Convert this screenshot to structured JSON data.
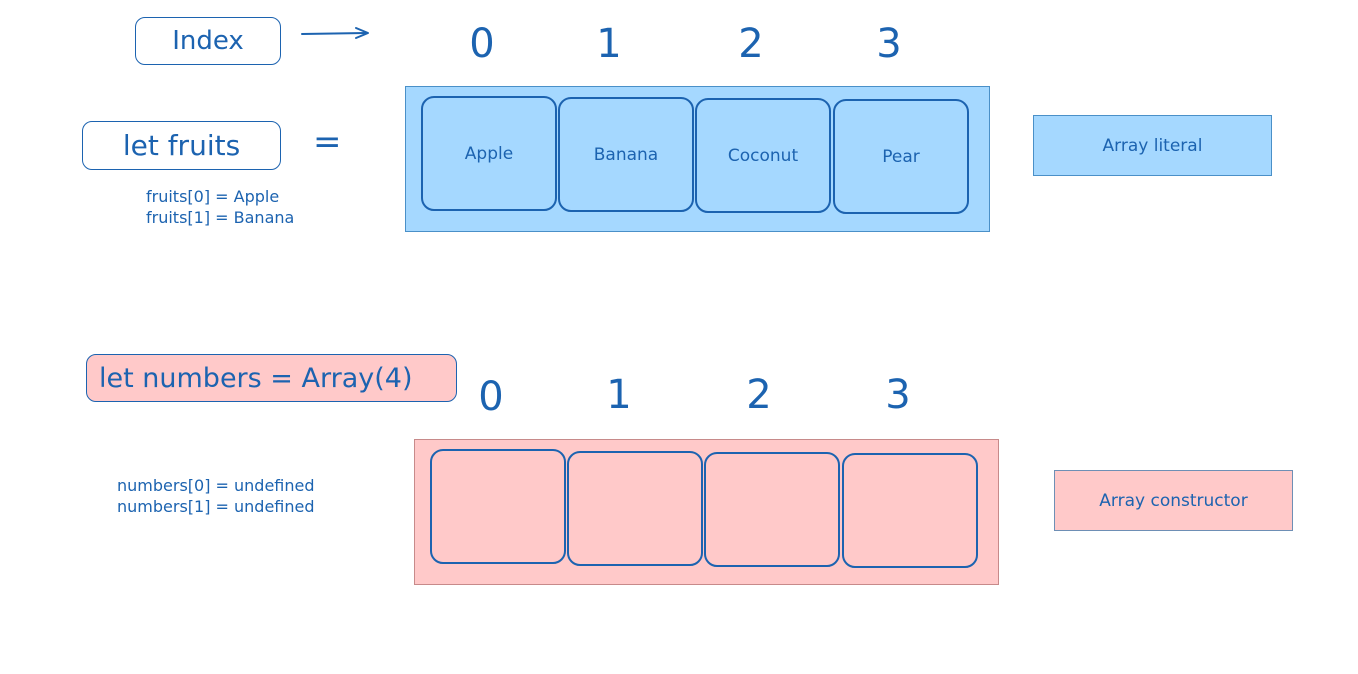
{
  "index_label": "Index",
  "top_section": {
    "declaration": "let fruits",
    "equals_sign": "=",
    "indices": [
      "0",
      "1",
      "2",
      "3"
    ],
    "items": [
      "Apple",
      "Banana",
      "Coconut",
      "Pear"
    ],
    "notes": [
      "fruits[0] = Apple",
      "fruits[1] = Banana"
    ],
    "legend": "Array literal"
  },
  "bottom_section": {
    "declaration": "let numbers = Array(4)",
    "indices": [
      "0",
      "1",
      "2",
      "3"
    ],
    "items": [
      "",
      "",
      "",
      ""
    ],
    "notes": [
      "numbers[0] = undefined",
      "numbers[1] = undefined"
    ],
    "legend": "Array constructor"
  },
  "colors": {
    "ink": "#1c63b0",
    "literal_fill": "#a5d8ff",
    "constructor_fill": "#ffc9c9"
  }
}
